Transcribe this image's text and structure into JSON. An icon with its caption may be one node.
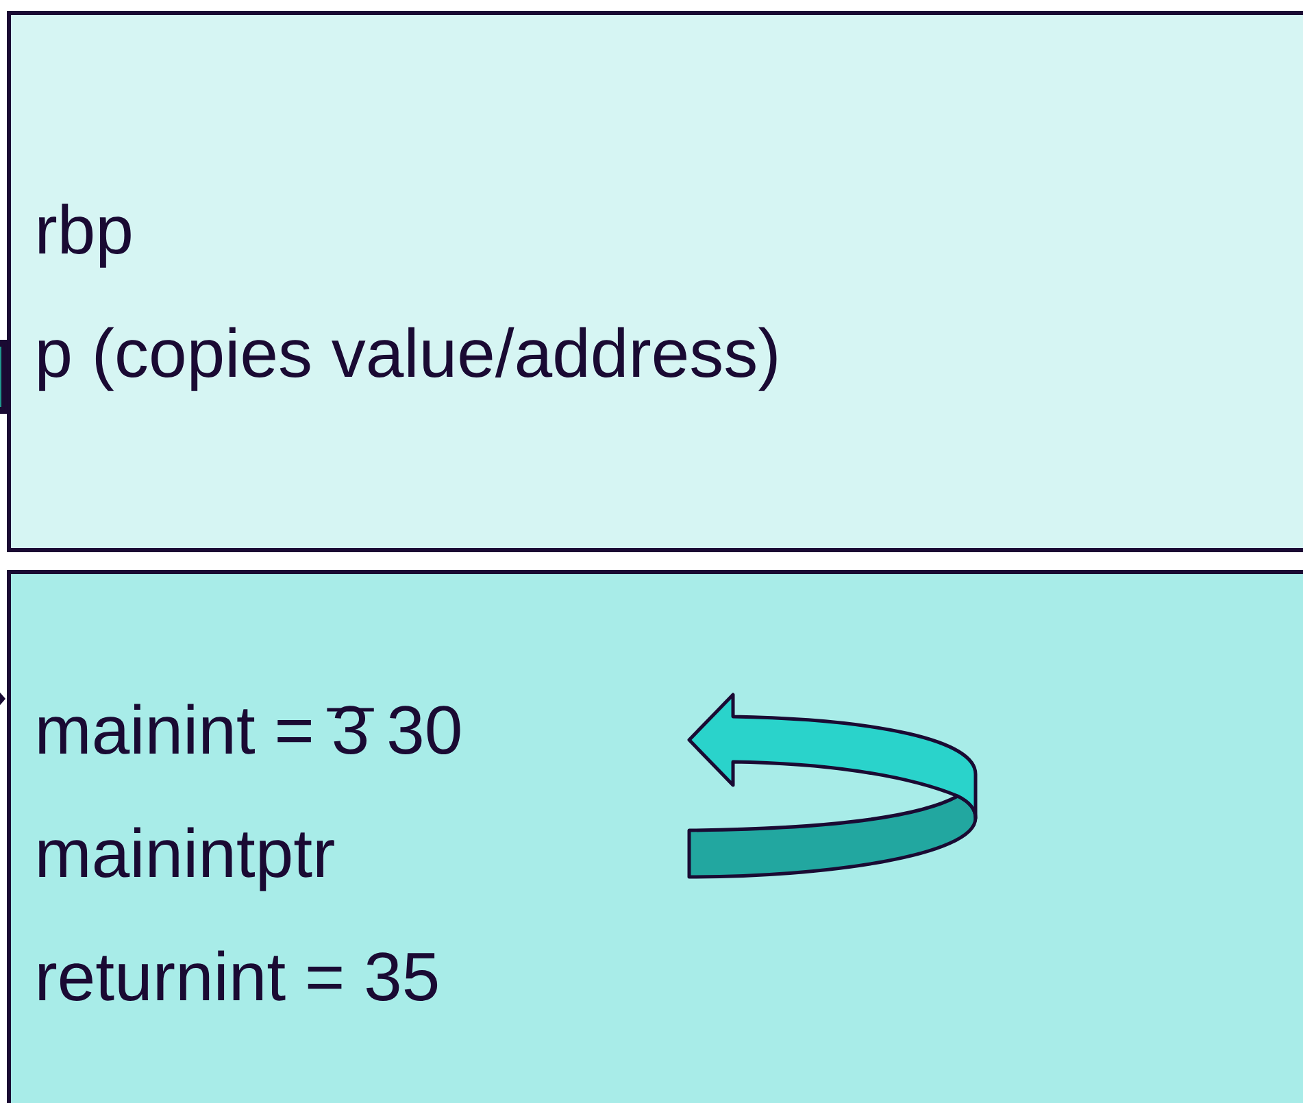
{
  "diagram": {
    "nodes": [
      {
        "text": [
          "rbp",
          "p   (copies value/address)"
        ]
      },
      {
        "text": [
          "mainint =",
          "3",
          "30",
          "mainintptr",
          "returnint  = 35"
        ]
      }
    ]
  }
}
